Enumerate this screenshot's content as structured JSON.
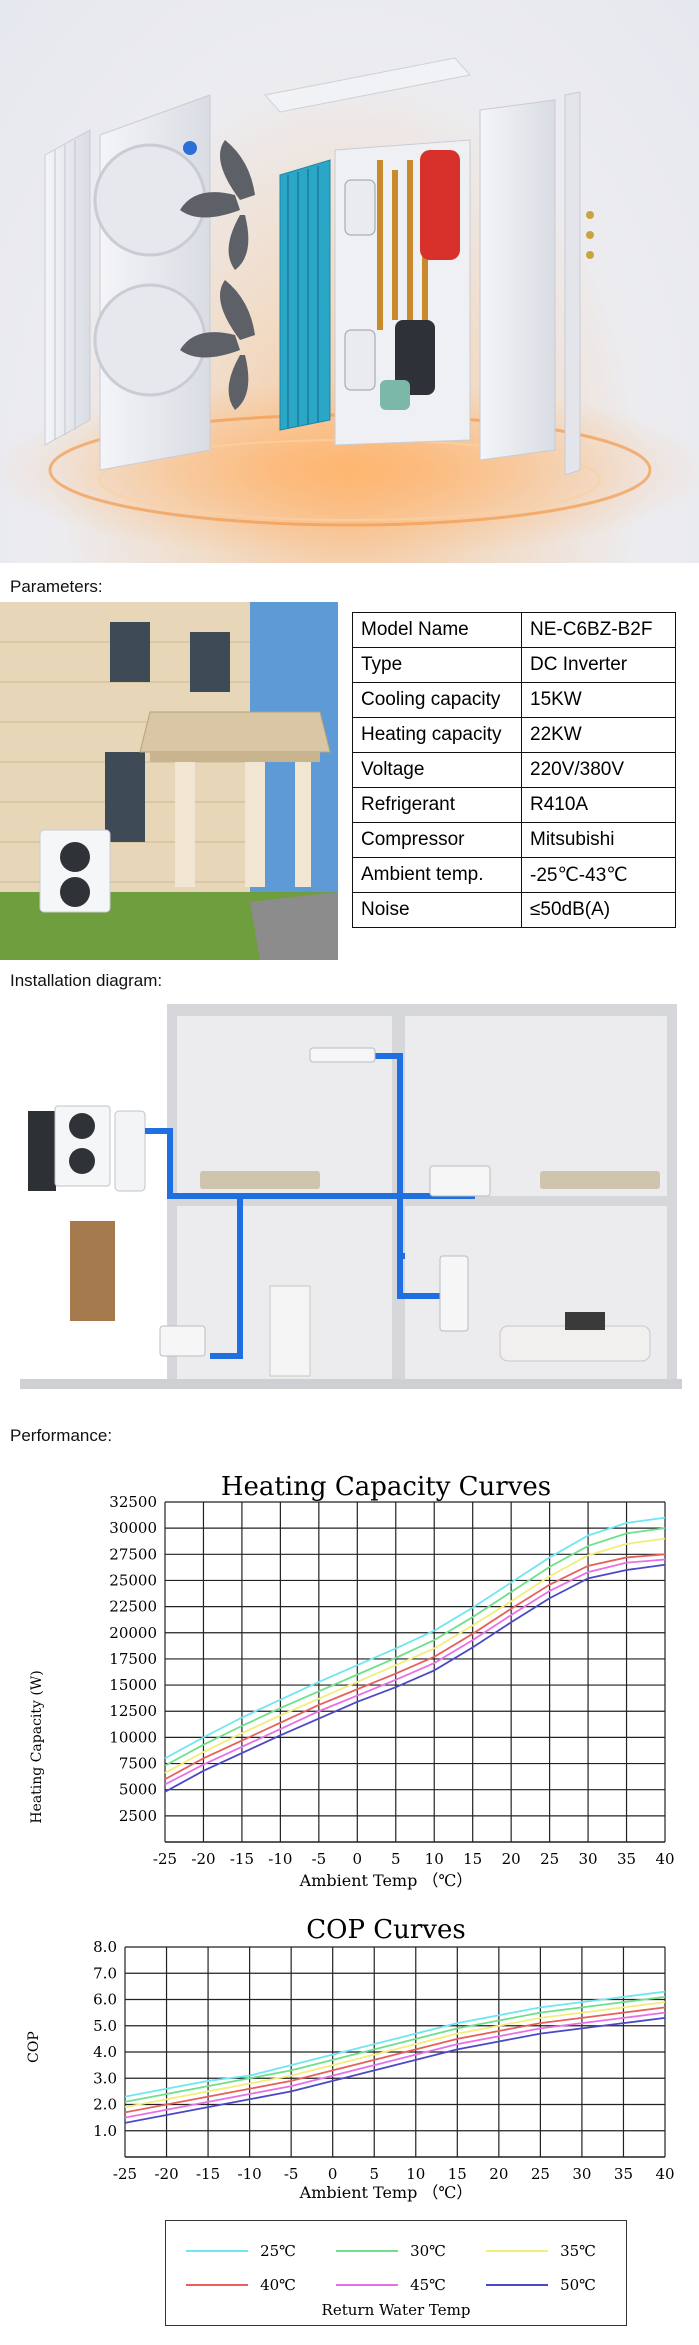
{
  "sections": {
    "parameters": "Parameters:",
    "installation": "Installation diagram:",
    "performance": "Performance:"
  },
  "parameters": {
    "rows": [
      {
        "key": "Model Name",
        "value": "NE-C6BZ-B2F"
      },
      {
        "key": "Type",
        "value": "DC Inverter"
      },
      {
        "key": "Cooling capacity",
        "value": "15KW"
      },
      {
        "key": "Heating capacity",
        "value": "22KW"
      },
      {
        "key": "Voltage",
        "value": "220V/380V"
      },
      {
        "key": "Refrigerant",
        "value": "R410A"
      },
      {
        "key": "Compressor",
        "value": "Mitsubishi"
      },
      {
        "key": "Ambient temp.",
        "value": "-25℃-43℃"
      },
      {
        "key": "Noise",
        "value": "≤50dB(A)"
      }
    ]
  },
  "colors": {
    "pipe": "#1f6fe0",
    "grid": "#222222",
    "s25": "#6fe6f0",
    "s30": "#6fe08a",
    "s35": "#f2ee7a",
    "s40": "#e8605c",
    "s45": "#e86fe6",
    "s50": "#4c49c8"
  },
  "chart_data": [
    {
      "type": "line",
      "title": "Heating Capacity Curves",
      "xlabel": "Ambient Temp （℃）",
      "ylabel": "Heating Capacity (W)",
      "x": [
        -25,
        -20,
        -15,
        -10,
        -5,
        0,
        5,
        10,
        15,
        20,
        25,
        30,
        35,
        40
      ],
      "xlim": [
        -25,
        40
      ],
      "ylim": [
        0,
        32500
      ],
      "yticks": [
        2500,
        5000,
        7500,
        10000,
        12500,
        15000,
        17500,
        20000,
        22500,
        25000,
        27500,
        30000,
        32500
      ],
      "grid": true,
      "series": [
        {
          "name": "25℃",
          "values": [
            8000,
            10000,
            11900,
            13600,
            15300,
            16900,
            18500,
            20200,
            22400,
            24800,
            27200,
            29300,
            30500,
            31000
          ]
        },
        {
          "name": "30℃",
          "values": [
            7300,
            9300,
            11100,
            12800,
            14400,
            16000,
            17600,
            19300,
            21500,
            23900,
            26300,
            28300,
            29500,
            30000
          ]
        },
        {
          "name": "35℃",
          "values": [
            6600,
            8600,
            10400,
            12100,
            13700,
            15300,
            16900,
            18500,
            20700,
            23000,
            25400,
            27400,
            28500,
            29000
          ]
        },
        {
          "name": "40℃",
          "values": [
            6000,
            8000,
            9700,
            11400,
            13100,
            14600,
            16100,
            17700,
            19900,
            22300,
            24600,
            26400,
            27200,
            27500
          ]
        },
        {
          "name": "45℃",
          "values": [
            5500,
            7400,
            9100,
            10800,
            12500,
            14000,
            15500,
            17100,
            19300,
            21700,
            24000,
            25800,
            26700,
            27000
          ]
        },
        {
          "name": "50℃",
          "values": [
            4800,
            6800,
            8500,
            10200,
            11800,
            13400,
            14800,
            16400,
            18600,
            21000,
            23300,
            25200,
            26000,
            26500
          ]
        }
      ]
    },
    {
      "type": "line",
      "title": "COP Curves",
      "xlabel": "Ambient Temp （℃）",
      "ylabel": "COP",
      "x": [
        -25,
        -20,
        -15,
        -10,
        -5,
        0,
        5,
        10,
        15,
        20,
        25,
        30,
        35,
        40
      ],
      "xlim": [
        -25,
        40
      ],
      "ylim": [
        0,
        8
      ],
      "yticks": [
        1.0,
        2.0,
        3.0,
        4.0,
        5.0,
        6.0,
        7.0,
        8.0
      ],
      "ytick_labels": [
        "1.0",
        "2.0",
        "3.0",
        "4.0",
        "5.0",
        "6.0",
        "7.0",
        "8.0"
      ],
      "grid": true,
      "legend_title": "Return Water Temp",
      "legend_position": "bottom",
      "series": [
        {
          "name": "25℃",
          "values": [
            2.3,
            2.6,
            2.9,
            3.1,
            3.5,
            3.9,
            4.3,
            4.7,
            5.1,
            5.4,
            5.7,
            5.9,
            6.1,
            6.3
          ]
        },
        {
          "name": "30℃",
          "values": [
            2.1,
            2.4,
            2.7,
            3.0,
            3.3,
            3.7,
            4.1,
            4.5,
            4.9,
            5.2,
            5.5,
            5.7,
            5.9,
            6.1
          ]
        },
        {
          "name": "35℃",
          "values": [
            1.9,
            2.2,
            2.5,
            2.8,
            3.1,
            3.5,
            3.9,
            4.3,
            4.7,
            5.0,
            5.3,
            5.5,
            5.7,
            5.9
          ]
        },
        {
          "name": "40℃",
          "values": [
            1.7,
            2.0,
            2.3,
            2.6,
            2.9,
            3.3,
            3.7,
            4.1,
            4.5,
            4.8,
            5.1,
            5.3,
            5.5,
            5.7
          ]
        },
        {
          "name": "45℃",
          "values": [
            1.5,
            1.8,
            2.1,
            2.4,
            2.7,
            3.1,
            3.5,
            3.9,
            4.3,
            4.6,
            4.9,
            5.1,
            5.3,
            5.5
          ]
        },
        {
          "name": "50℃",
          "values": [
            1.3,
            1.6,
            1.9,
            2.2,
            2.5,
            2.9,
            3.3,
            3.7,
            4.1,
            4.4,
            4.7,
            4.9,
            5.1,
            5.3
          ]
        }
      ]
    }
  ]
}
